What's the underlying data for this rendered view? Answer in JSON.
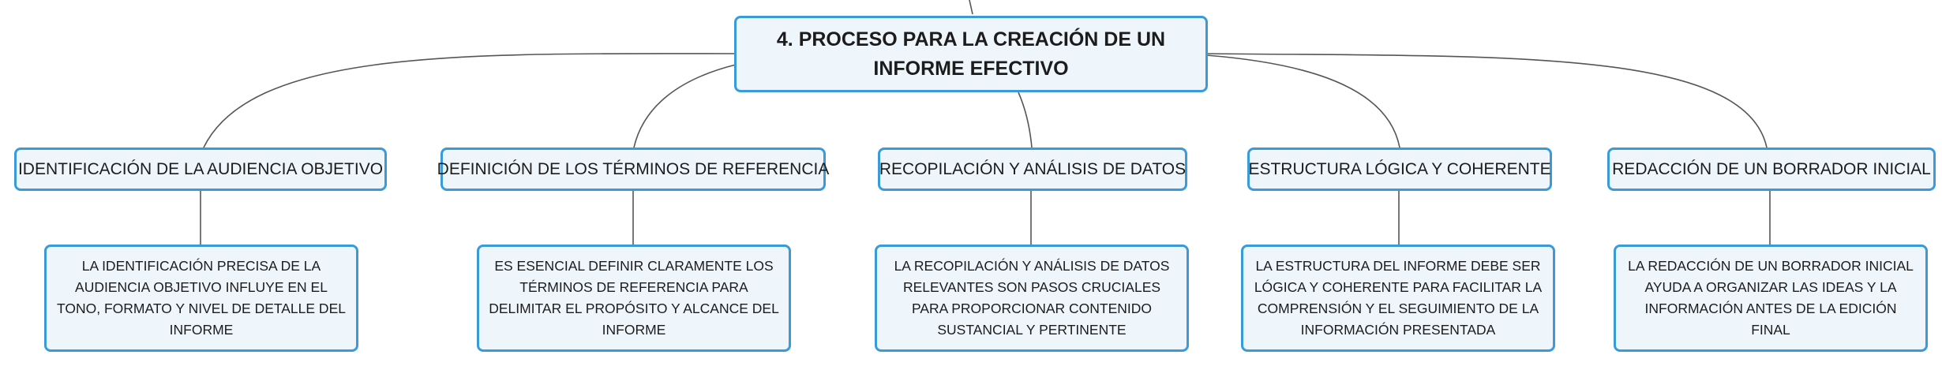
{
  "colors": {
    "node_border": "#3a9bd9",
    "node_fill": "#eef6fc",
    "connector": "#555555"
  },
  "root": {
    "label": "4. PROCESO PARA LA CREACIÓN DE UN INFORME EFECTIVO"
  },
  "branches": [
    {
      "label": "IDENTIFICACIÓN DE LA AUDIENCIA OBJETIVO",
      "detail": "LA IDENTIFICACIÓN PRECISA DE LA AUDIENCIA OBJETIVO INFLUYE EN EL TONO, FORMATO Y NIVEL DE DETALLE DEL INFORME"
    },
    {
      "label": "DEFINICIÓN DE LOS TÉRMINOS DE REFERENCIA",
      "detail": "ES ESENCIAL DEFINIR CLARAMENTE LOS TÉRMINOS DE REFERENCIA PARA DELIMITAR EL PROPÓSITO Y ALCANCE DEL INFORME"
    },
    {
      "label": "RECOPILACIÓN Y ANÁLISIS DE DATOS",
      "detail": "LA RECOPILACIÓN Y ANÁLISIS DE DATOS RELEVANTES SON PASOS CRUCIALES PARA PROPORCIONAR CONTENIDO SUSTANCIAL Y PERTINENTE"
    },
    {
      "label": "ESTRUCTURA LÓGICA Y COHERENTE",
      "detail": "LA ESTRUCTURA DEL INFORME DEBE SER LÓGICA Y COHERENTE PARA FACILITAR LA COMPRENSIÓN Y EL SEGUIMIENTO DE LA INFORMACIÓN PRESENTADA"
    },
    {
      "label": "REDACCIÓN DE UN BORRADOR INICIAL",
      "detail": "LA REDACCIÓN DE UN BORRADOR INICIAL AYUDA A ORGANIZAR LAS IDEAS Y LA INFORMACIÓN ANTES DE LA EDICIÓN FINAL"
    }
  ]
}
